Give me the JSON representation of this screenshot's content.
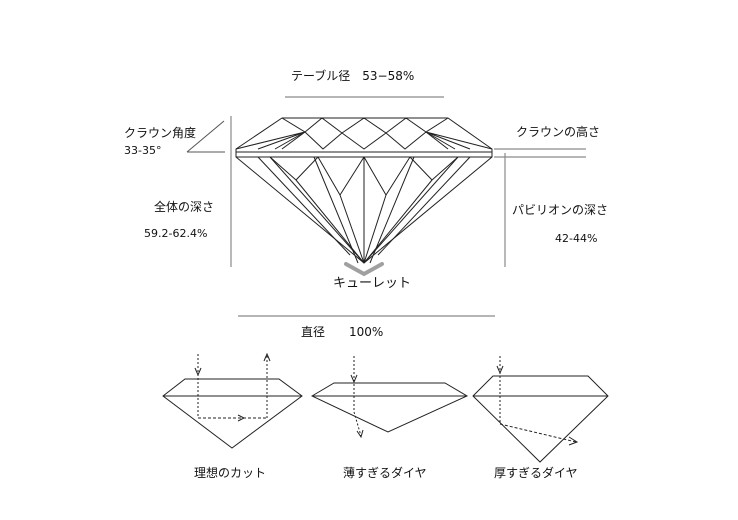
{
  "labels": {
    "table_diameter": "テーブル径　53−58%",
    "crown_angle": "クラウン角度",
    "crown_angle_value": "33-35°",
    "crown_height": "クラウンの高さ",
    "total_depth": "全体の深さ",
    "total_depth_value": "59.2-62.4%",
    "pavilion_depth": "パビリオンの深さ",
    "pavilion_depth_value": "42-44%",
    "culet": "キューレット",
    "diameter": "直径　　100%",
    "ideal_cut": "理想のカット",
    "too_thin": "薄すぎるダイヤ",
    "too_thick": "厚すぎるダイヤ"
  },
  "colors": {
    "line": "#222222",
    "guide": "#8a8a8a",
    "culet_arrow": "#a0a0a0",
    "light_ray": "#444444"
  }
}
